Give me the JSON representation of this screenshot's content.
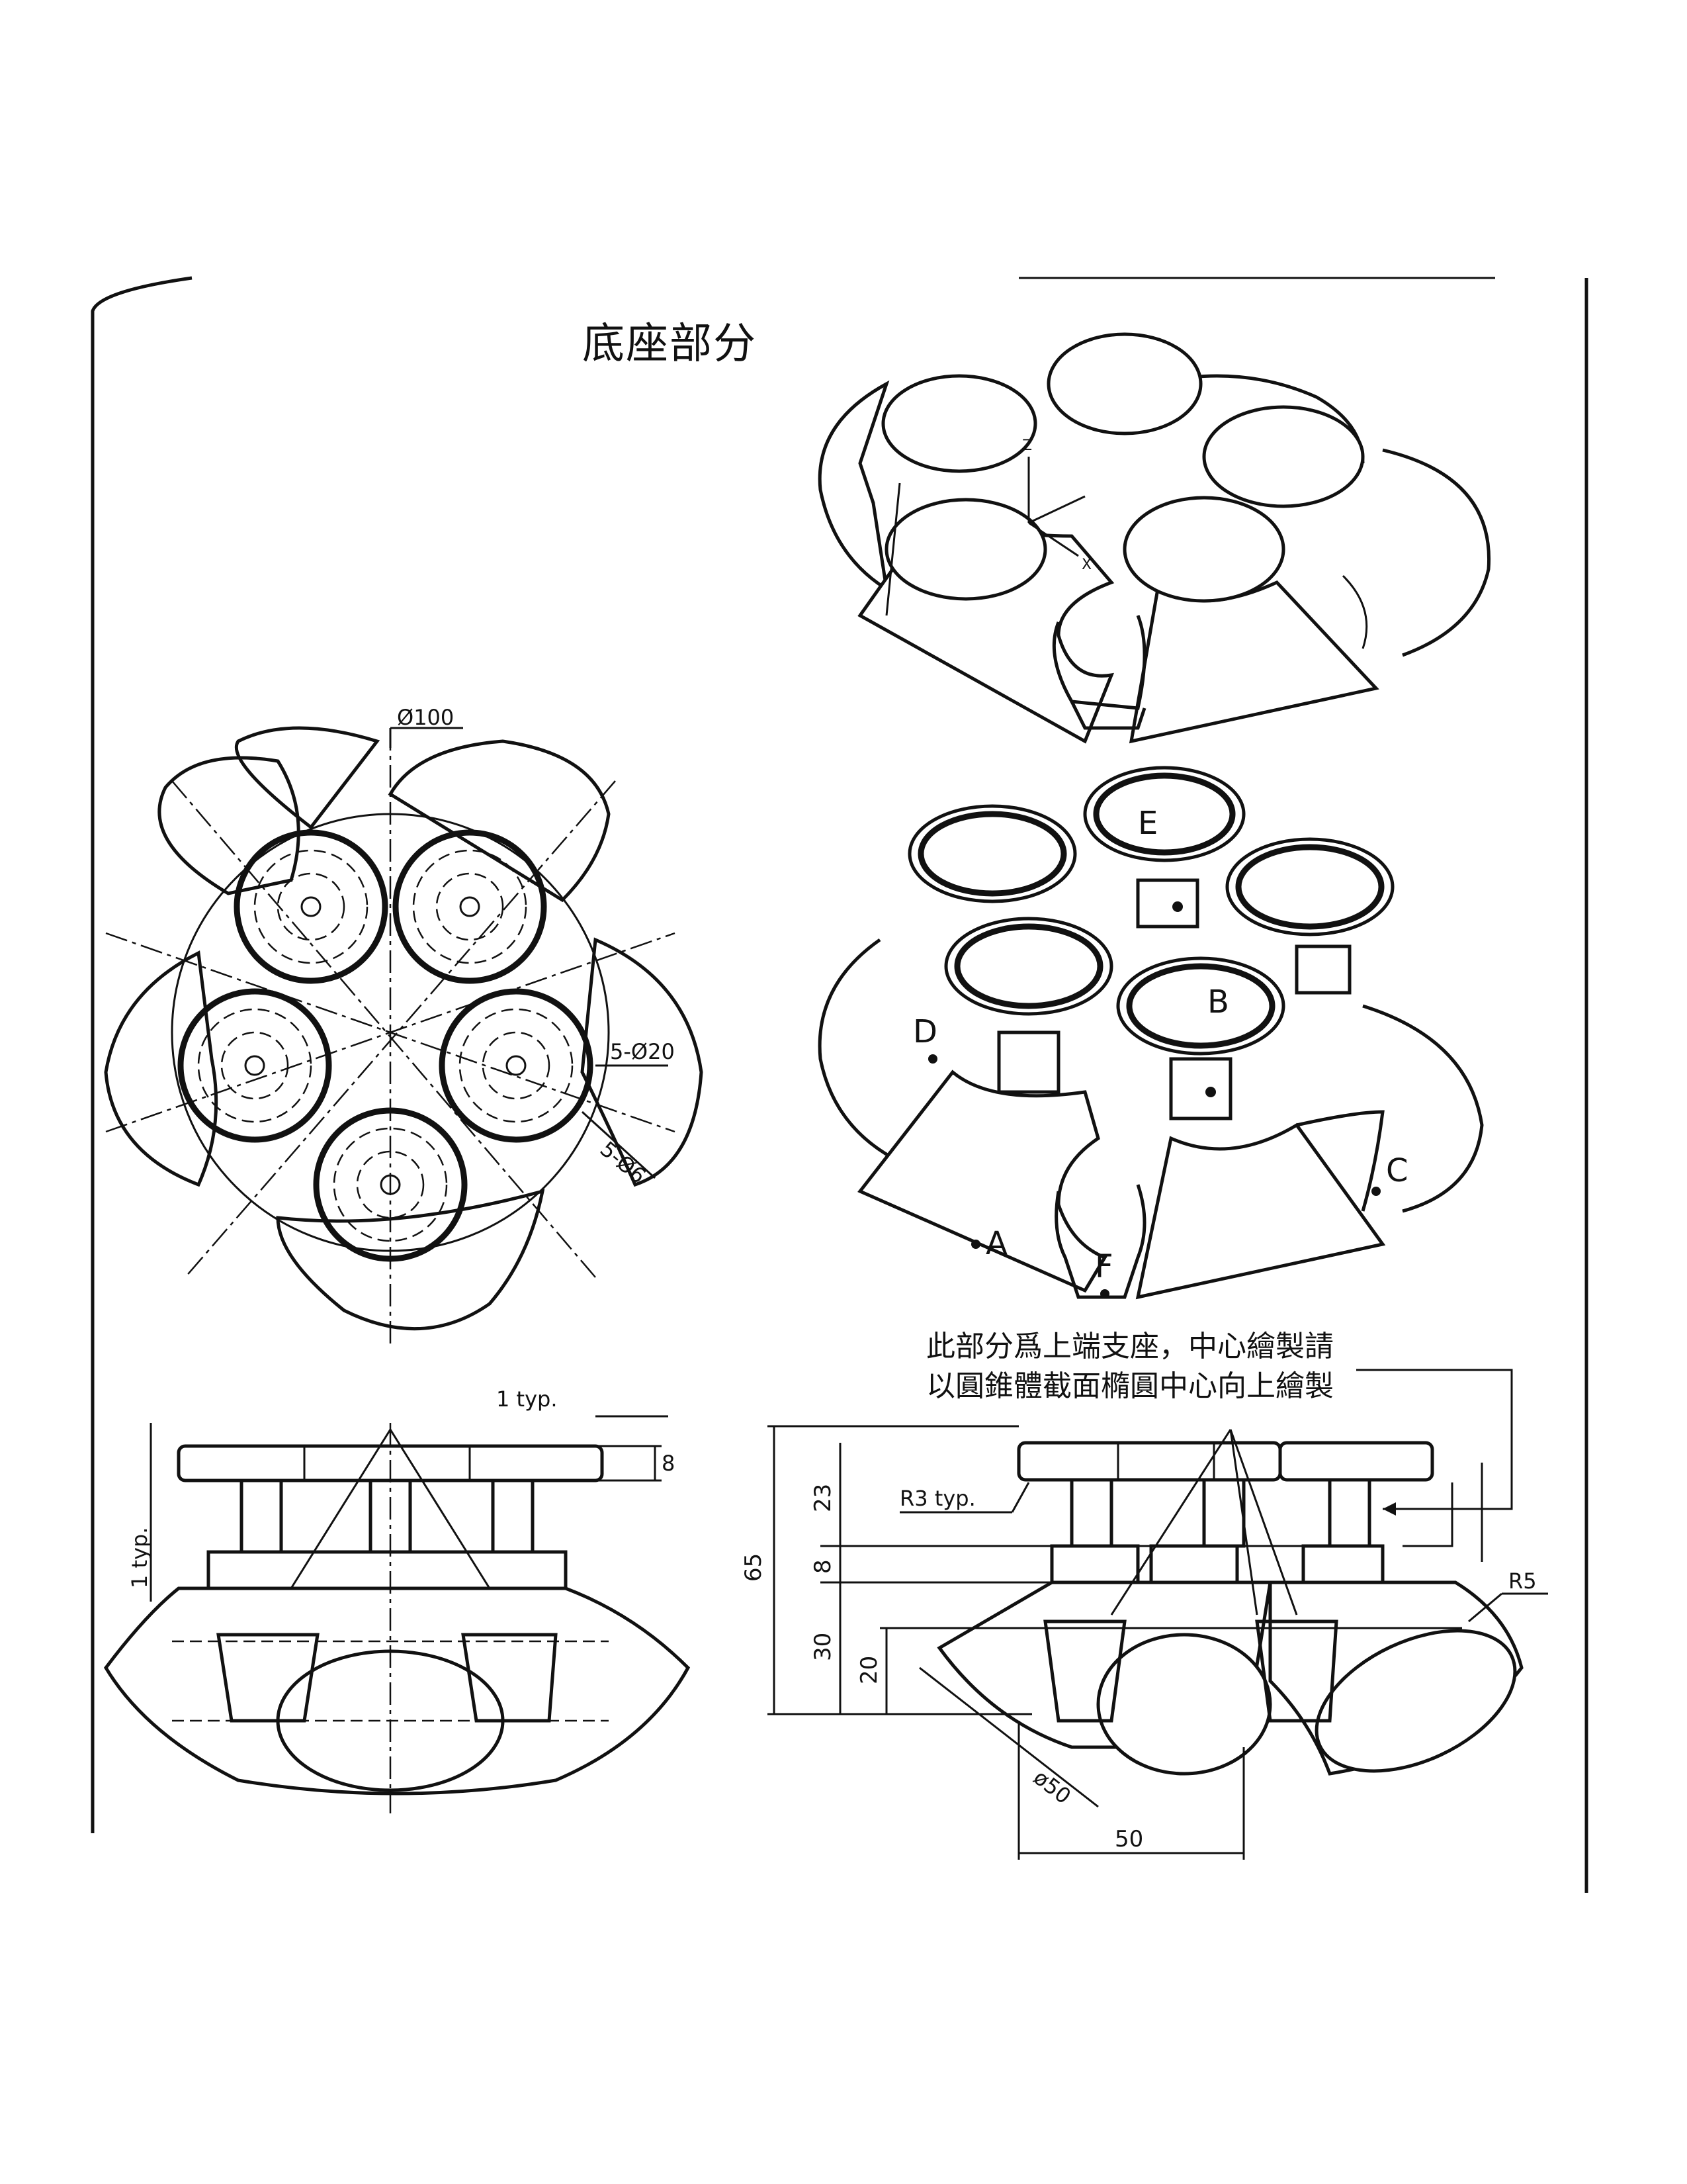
{
  "title": "底座部分",
  "note": {
    "line1": "此部分爲上端支座，中心繪製請",
    "line2": "以圓錐體截面橢圓中心向上繪製"
  },
  "top_view": {
    "dim_outer": "Ø100",
    "dim_holes": "5-Ø20",
    "dim_small": "5-Ø6"
  },
  "iso_labels": [
    "E",
    "B",
    "D",
    "C",
    "A",
    "F"
  ],
  "axis_labels": [
    "Z",
    "X"
  ],
  "front_view": {
    "typ_top": "1 typ.",
    "typ_side": "1 typ.",
    "dim_8": "8"
  },
  "side_view": {
    "dim_65": "65",
    "dim_23": "23",
    "dim_8": "8",
    "dim_30": "30",
    "dim_20": "20",
    "dim_r3": "R3 typ.",
    "dim_r5": "R5",
    "dim_phi50": "ø50",
    "dim_50": "50"
  }
}
